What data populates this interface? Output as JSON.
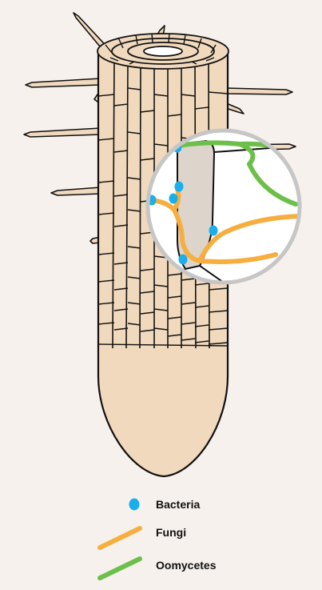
{
  "diagram": {
    "background_color": "#f6f1ec",
    "root_fill": "#f0d9bd",
    "outline_color": "#111111",
    "magnifier_ring_color": "#c6c6c6",
    "magnified_cell_fill": "#ddd5cc"
  },
  "legend": {
    "bacteria": {
      "label": "Bacteria",
      "color": "#1aaeea",
      "icon": "blue-dot"
    },
    "fungi": {
      "label": "Fungi",
      "color": "#f6ae3f",
      "icon": "orange-line"
    },
    "oomycetes": {
      "label": "Oomycetes",
      "color": "#6cc04a",
      "icon": "green-line"
    }
  }
}
